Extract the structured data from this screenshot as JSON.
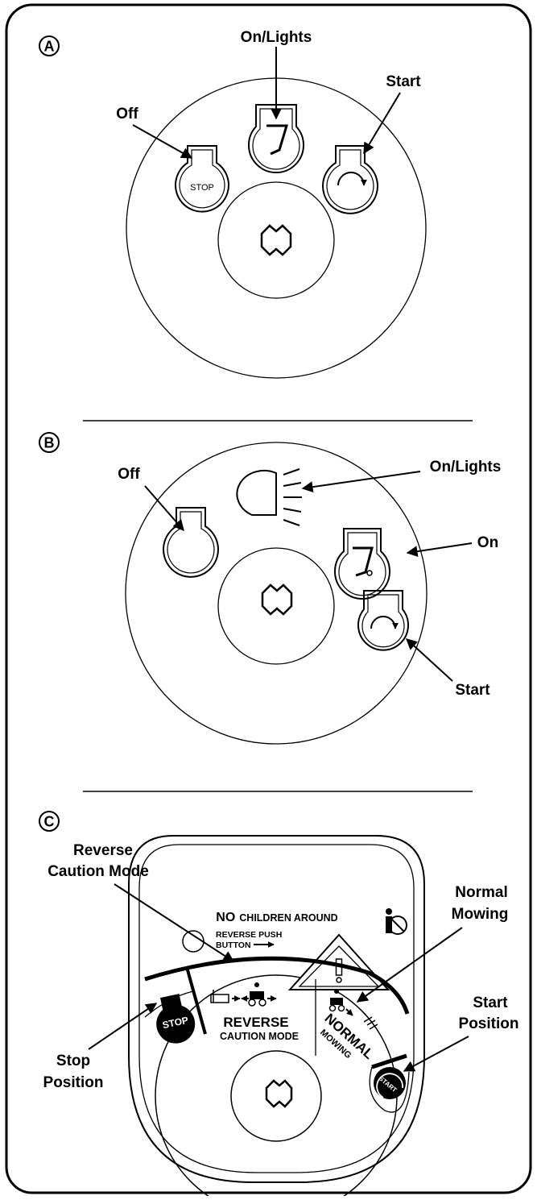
{
  "panels": {
    "a": {
      "letter": "A",
      "labels": {
        "off": "Off",
        "on_lights": "On/Lights",
        "start": "Start"
      },
      "stop_text": "STOP"
    },
    "b": {
      "letter": "B",
      "labels": {
        "off": "Off",
        "on_lights": "On/Lights",
        "on": "On",
        "start": "Start"
      }
    },
    "c": {
      "letter": "C",
      "labels": {
        "reverse_caution_line1": "Reverse",
        "reverse_caution_line2": "Caution Mode",
        "normal_mowing_line1": "Normal",
        "normal_mowing_line2": "Mowing",
        "stop_position_line1": "Stop",
        "stop_position_line2": "Position",
        "start_position_line1": "Start",
        "start_position_line2": "Position"
      },
      "plate": {
        "no_children_no": "NO",
        "no_children_rest": "CHILDREN AROUND",
        "reverse_push_line1": "REVERSE PUSH",
        "reverse_push_line2": "BUTTON",
        "reverse": "REVERSE",
        "caution_mode": "CAUTION MODE",
        "normal": "NORMAL",
        "mowing": "MOWING",
        "stop": "STOP",
        "start": "START"
      }
    }
  }
}
